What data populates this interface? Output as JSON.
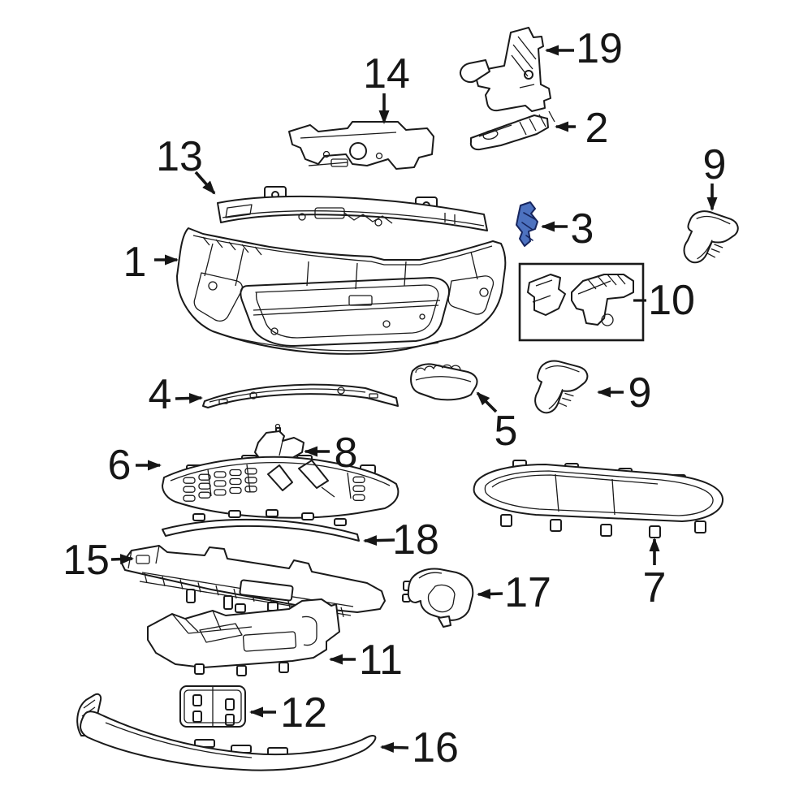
{
  "diagram": {
    "type": "exploded-parts-diagram",
    "colors": {
      "line": "#1a1a1a",
      "background": "#ffffff",
      "highlight_fill": "#4d72c0",
      "highlight_stroke": "#16255e"
    },
    "highlighted_callout": "3",
    "callouts": {
      "c1": {
        "number": "1"
      },
      "c2": {
        "number": "2"
      },
      "c3": {
        "number": "3"
      },
      "c4": {
        "number": "4"
      },
      "c5": {
        "number": "5"
      },
      "c6": {
        "number": "6"
      },
      "c7": {
        "number": "7"
      },
      "c8": {
        "number": "8"
      },
      "c9a": {
        "number": "9"
      },
      "c9b": {
        "number": "9"
      },
      "c10": {
        "number": "10"
      },
      "c11": {
        "number": "11"
      },
      "c12": {
        "number": "12"
      },
      "c13": {
        "number": "13"
      },
      "c14": {
        "number": "14"
      },
      "c15": {
        "number": "15"
      },
      "c16": {
        "number": "16"
      },
      "c17": {
        "number": "17"
      },
      "c18": {
        "number": "18"
      },
      "c19": {
        "number": "19"
      }
    }
  }
}
